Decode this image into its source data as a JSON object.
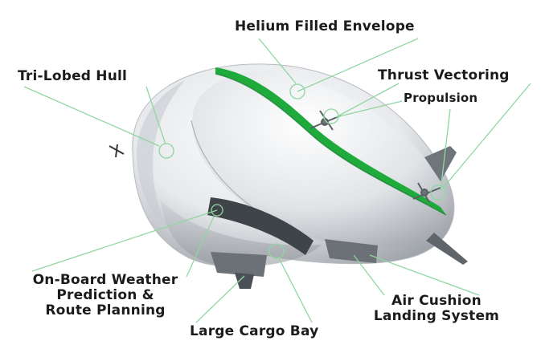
{
  "diagram": {
    "callout_color": "#8fd6a2",
    "accent_color": "#1faa3c",
    "labels": {
      "helium_envelope": "Helium Filled Envelope",
      "tri_lobed_hull": "Tri-Lobed Hull",
      "thrust_vectoring": "Thrust Vectoring",
      "propulsion": "Propulsion",
      "weather_line1": "On-Board Weather",
      "weather_line2": "Prediction &",
      "weather_line3": "Route Planning",
      "air_cushion_line1": "Air Cushion",
      "air_cushion_line2": "Landing System",
      "cargo_bay": "Large Cargo Bay"
    }
  }
}
